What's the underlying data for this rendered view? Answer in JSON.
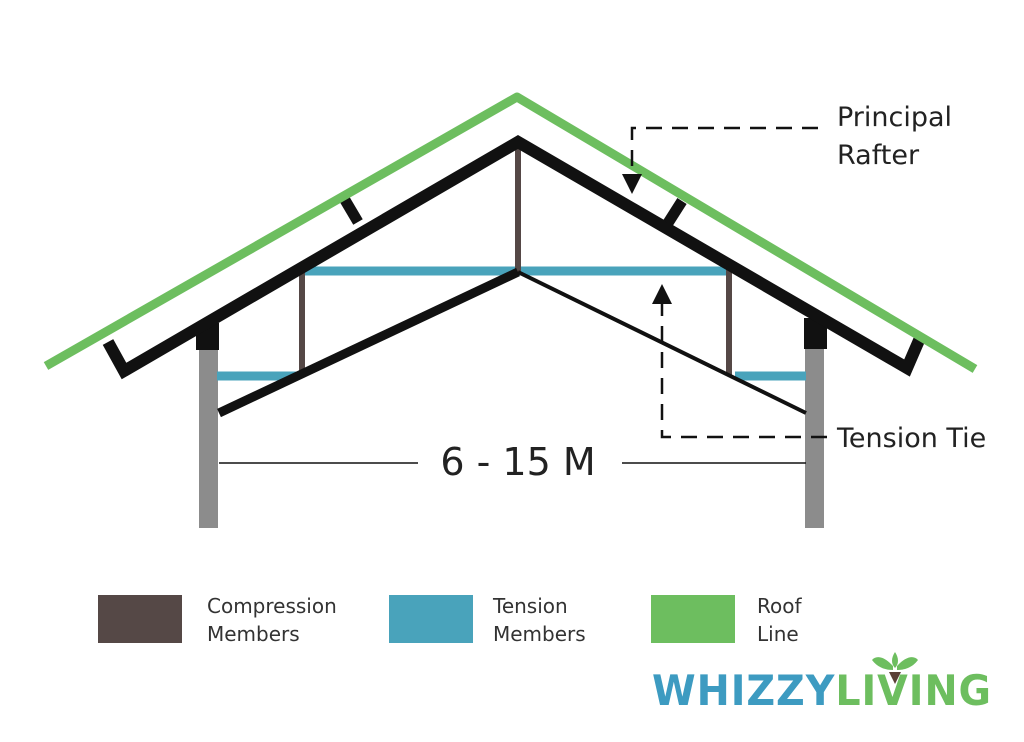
{
  "colors": {
    "roof_line": "#6dbe5f",
    "rafter": "#111111",
    "compression": "#554846",
    "tension": "#49a3bb",
    "post": "#8c8c8c",
    "brand_blue": "#3d9bc1",
    "brand_green": "#6dbe5f"
  },
  "labels": {
    "principal_rafter_line1": "Principal",
    "principal_rafter_line2": "Rafter",
    "tension_tie": "Tension Tie",
    "span": "6 - 15 M"
  },
  "legend": [
    {
      "line1": "Compression",
      "line2": "Members",
      "swatch": "compression"
    },
    {
      "line1": "Tension",
      "line2": "Members",
      "swatch": "tension"
    },
    {
      "line1": "Roof",
      "line2": "Line",
      "swatch": "roof_line"
    }
  ],
  "brand": {
    "part1": "WHIZZY",
    "part2": "LIVING"
  },
  "icons": {
    "brand_leaf": "sprout-icon"
  }
}
